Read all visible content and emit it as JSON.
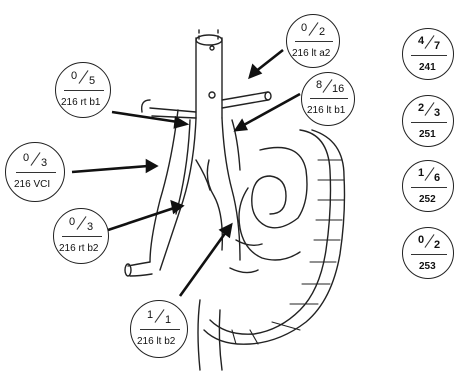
{
  "anatomy_labels": [
    {
      "numerator": "0",
      "denominator": "2",
      "station": "216 lt a2"
    },
    {
      "numerator": "0",
      "denominator": "5",
      "station": "216 rt b1"
    },
    {
      "numerator": "8",
      "denominator": "16",
      "station": "216 lt b1"
    },
    {
      "numerator": "0",
      "denominator": "3",
      "station": "216 VCI"
    },
    {
      "numerator": "0",
      "denominator": "3",
      "station": "216 rt b2"
    },
    {
      "numerator": "1",
      "denominator": "1",
      "station": "216 lt b2"
    }
  ],
  "station_counts": [
    {
      "numerator": "4",
      "denominator": "7",
      "station": "241"
    },
    {
      "numerator": "2",
      "denominator": "3",
      "station": "251"
    },
    {
      "numerator": "1",
      "denominator": "6",
      "station": "252"
    },
    {
      "numerator": "0",
      "denominator": "2",
      "station": "253"
    }
  ]
}
